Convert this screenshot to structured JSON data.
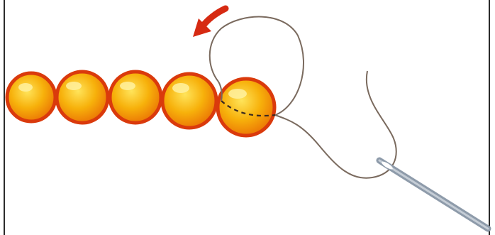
{
  "illustration": {
    "beads": {
      "count": 5,
      "fill": "#F6A400",
      "rim": "#DA3A0C",
      "highlight": "#FFF1A0"
    },
    "thread": {
      "color": "#7A6A5E"
    },
    "needle": {
      "color": "#8E9BAA",
      "eye": "#C5CDD6"
    },
    "arrow": {
      "color": "#D62A12",
      "direction": "counter-clockwise"
    },
    "hidden_thread": {
      "style": "dashed",
      "color": "#3A2A20"
    },
    "frame": {
      "border_color": "#2B2B2B"
    }
  }
}
